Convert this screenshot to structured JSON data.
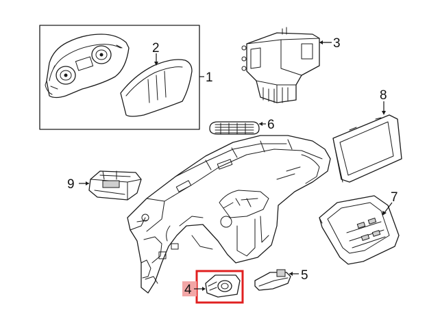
{
  "callouts": {
    "c1": "1",
    "c2": "2",
    "c3": "3",
    "c4": "4",
    "c5": "5",
    "c6": "6",
    "c7": "7",
    "c8": "8",
    "c9": "9"
  },
  "highlight": {
    "part": "4",
    "frame_color": "#e02020",
    "label_background": "#f2a6a6"
  },
  "colors": {
    "line": "#1a1a1a",
    "background": "#ffffff"
  }
}
